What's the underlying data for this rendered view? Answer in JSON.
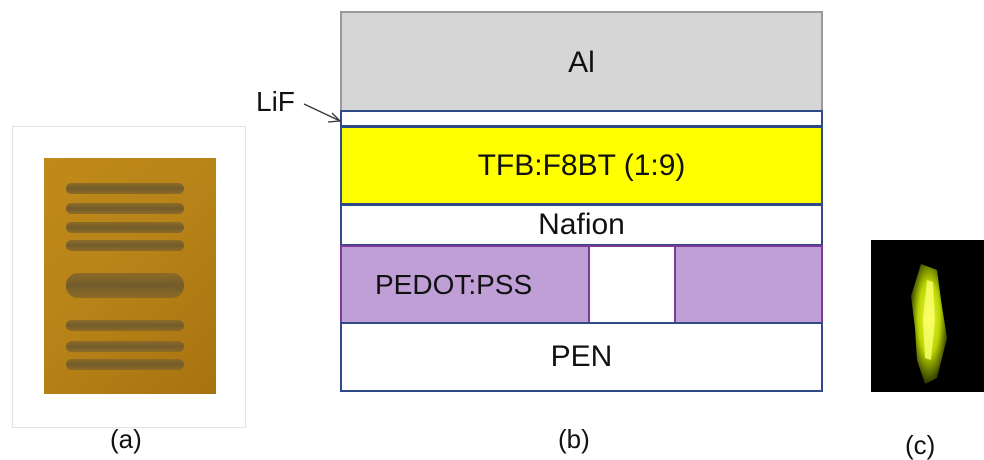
{
  "panel_a": {
    "label": "(a)",
    "strip_count": 8
  },
  "panel_b": {
    "label": "(b)",
    "layers": {
      "al": "Al",
      "lif": "LiF",
      "tfb": "TFB:F8BT (1:9)",
      "nafion": "Nafion",
      "pedot": "PEDOT:PSS",
      "pen": "PEN"
    },
    "colors": {
      "al": "#d6d6d6",
      "tfb": "#ffff00",
      "pedot": "#bf9fd6",
      "outline": "#2f4a86"
    }
  },
  "panel_c": {
    "label": "(c)",
    "emission_color": "#d7f000"
  }
}
